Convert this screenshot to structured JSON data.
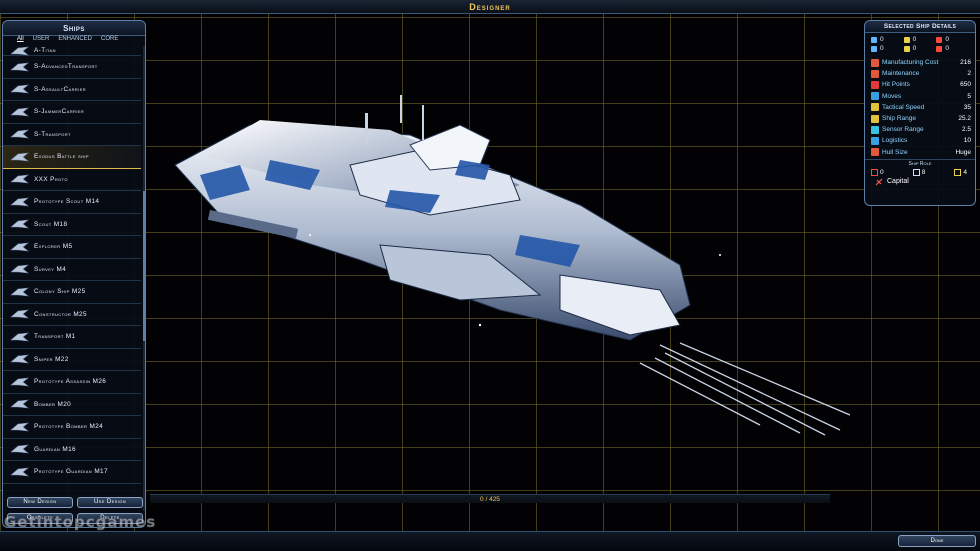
{
  "window": {
    "title": "Designer"
  },
  "ships_panel": {
    "title": "Ships",
    "tabs": [
      "All",
      "USER",
      "ENHANCED",
      "CORE"
    ],
    "active_tab": "All",
    "items": [
      {
        "label": "A-Titan",
        "icon": "titan-ship-icon"
      },
      {
        "label": "S-AdvancedTransport",
        "icon": "transport-ship-icon"
      },
      {
        "label": "S-AssaultCarrier",
        "icon": "carrier-ship-icon"
      },
      {
        "label": "S-JammerCarrier",
        "icon": "carrier-ship-icon"
      },
      {
        "label": "S-Transport",
        "icon": "transport-ship-icon"
      },
      {
        "label": "Exodus Battle ship",
        "icon": "battleship-icon"
      },
      {
        "label": "XXX Proto",
        "icon": "proto-ship-icon"
      },
      {
        "label": "Prototype Scout M14",
        "icon": "scout-ship-icon"
      },
      {
        "label": "Scout M18",
        "icon": "scout-ship-icon"
      },
      {
        "label": "Explorer M5",
        "icon": "explorer-ship-icon"
      },
      {
        "label": "Survey M4",
        "icon": "survey-ship-icon"
      },
      {
        "label": "Colony Ship M25",
        "icon": "colony-ship-icon"
      },
      {
        "label": "Constructor M25",
        "icon": "constructor-ship-icon"
      },
      {
        "label": "Transport M1",
        "icon": "transport-ship-icon"
      },
      {
        "label": "Sniper M22",
        "icon": "sniper-ship-icon"
      },
      {
        "label": "Prototype Assassin M26",
        "icon": "assassin-ship-icon"
      },
      {
        "label": "Bomber M20",
        "icon": "bomber-ship-icon"
      },
      {
        "label": "Prototype Bomber M24",
        "icon": "bomber-ship-icon"
      },
      {
        "label": "Guardian M16",
        "icon": "guardian-ship-icon"
      },
      {
        "label": "Prototype Guardian M17",
        "icon": "guardian-ship-icon"
      }
    ],
    "selected_index": 5,
    "buttons": {
      "new_design": "New Design",
      "use_design": "Use Design",
      "obsolete": "Obsolete",
      "delete": "Delete"
    }
  },
  "details_panel": {
    "title": "Selected Ship Details",
    "components": [
      {
        "icon": "beam-weapon-icon",
        "value": "0",
        "color": "#5fb8ff"
      },
      {
        "icon": "missile-weapon-icon",
        "value": "0",
        "color": "#e8d24a"
      },
      {
        "icon": "mass-driver-icon",
        "value": "0",
        "color": "#ff4a3a"
      },
      {
        "icon": "shield-defense-icon",
        "value": "0",
        "color": "#5fb8ff"
      },
      {
        "icon": "point-defense-icon",
        "value": "0",
        "color": "#e8d24a"
      },
      {
        "icon": "armor-defense-icon",
        "value": "0",
        "color": "#ff4a3a"
      }
    ],
    "stats": [
      {
        "label": "Manufacturing Cost",
        "value": "216",
        "color": "#e2583a"
      },
      {
        "label": "Maintenance",
        "value": "2",
        "color": "#e2583a"
      },
      {
        "label": "Hit Points",
        "value": "650",
        "color": "#e23a3a"
      },
      {
        "label": "Moves",
        "value": "5",
        "color": "#3a9fe2"
      },
      {
        "label": "Tactical Speed",
        "value": "35",
        "color": "#e2c23a"
      },
      {
        "label": "Ship Range",
        "value": "25.2",
        "color": "#e2c23a"
      },
      {
        "label": "Sensor Range",
        "value": "2.5",
        "color": "#3ac2e2"
      },
      {
        "label": "Logistics",
        "value": "10",
        "color": "#3a9fe2"
      },
      {
        "label": "Hull Size",
        "value": "Huge",
        "color": "#e2583a"
      }
    ],
    "role_title": "Ship Role",
    "role_counts": [
      {
        "icon": "attack-role-icon",
        "value": "0",
        "color": "#ff4a3a"
      },
      {
        "icon": "support-role-icon",
        "value": "8",
        "color": "#cfe0f5"
      },
      {
        "icon": "defense-role-icon",
        "value": "4",
        "color": "#e8d24a"
      }
    ],
    "role": "Capital"
  },
  "capacity": "0 / 425",
  "done_label": "Done",
  "watermark": "Getintopcgames"
}
